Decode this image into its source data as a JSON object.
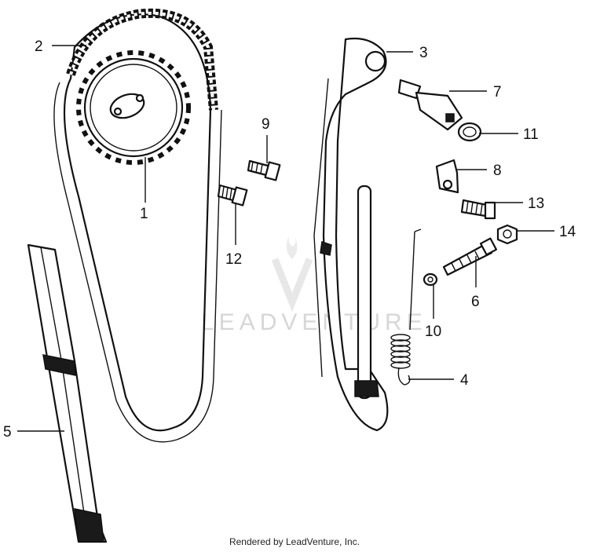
{
  "callouts": [
    {
      "id": "1",
      "label": "1"
    },
    {
      "id": "2",
      "label": "2"
    },
    {
      "id": "3",
      "label": "3"
    },
    {
      "id": "4",
      "label": "4"
    },
    {
      "id": "5",
      "label": "5"
    },
    {
      "id": "6",
      "label": "6"
    },
    {
      "id": "7",
      "label": "7"
    },
    {
      "id": "8",
      "label": "8"
    },
    {
      "id": "9",
      "label": "9"
    },
    {
      "id": "10",
      "label": "10"
    },
    {
      "id": "11",
      "label": "11"
    },
    {
      "id": "12",
      "label": "12"
    },
    {
      "id": "13",
      "label": "13"
    },
    {
      "id": "14",
      "label": "14"
    }
  ],
  "watermark": {
    "text": "LEADVENTURE"
  },
  "footer": {
    "text": "Rendered by LeadVenture, Inc."
  }
}
